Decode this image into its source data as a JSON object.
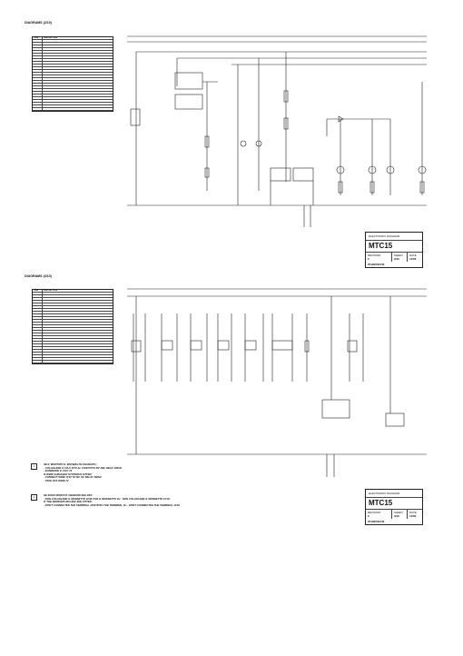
{
  "sheet1": {
    "header": "DIAGRAMS (2/10)",
    "legend_head_code": "ITEM",
    "legend_head_desc": "DESCRIPTION",
    "legend_rows": [
      "",
      "",
      "",
      "",
      "",
      "",
      "",
      "",
      "",
      "",
      "",
      "",
      "",
      "",
      "",
      "",
      "",
      "",
      "",
      "",
      "",
      "",
      "",
      "",
      "",
      ""
    ],
    "title_block": {
      "caption": "ELECTRONIC DIAGRAM",
      "model": "MTC15",
      "rev_label": "REVISION",
      "rev_value": "2",
      "doc_no": "25190500440",
      "sheet_label": "SHEET",
      "sheet_value": "2/10",
      "date_label": "DATE",
      "date_value": "11/00"
    }
  },
  "sheet2": {
    "header": "DIAGRAMS (3/10)",
    "legend_head_code": "ITEM",
    "legend_head_desc": "DESCRIPTION",
    "legend_rows": [
      "",
      "",
      "",
      "",
      "",
      "",
      "",
      "",
      "",
      "",
      "",
      "",
      "",
      "",
      "",
      "",
      "",
      "",
      "",
      "",
      "",
      "",
      "",
      "",
      "",
      ""
    ],
    "title_block": {
      "caption": "ELECTRONIC DIAGRAM",
      "model": "MTC15",
      "rev_label": "REVISION",
      "rev_value": "2",
      "doc_no": "25190500440",
      "sheet_label": "SHEET",
      "sheet_value": "3/10",
      "date_label": "DATE",
      "date_value": "11/00"
    },
    "notes": [
      {
        "marker": "1",
        "lines": [
          "SE E' MONTATO IL SISTEMA FILOGUIDATO:",
          "- COLLEGARE IL FILO 1F72 AL CONTATTO NC DEL RELE' 4MAR",
          "- ELIMINARE IL FILO 72",
          "IF WIRE GUIDANCE SYSTEM IS FITTED:",
          "- CONNECT WIRE 1F72 TO NC OF RELAY 4MAR",
          "- TAKE OFF WIRE 72"
        ]
      },
      {
        "marker": "2",
        "lines": [
          "SE SONO MONTATI I SENSORI 9SU-9SZ:",
          "- NON COLLEGARE IL MORSETTO 1F08 CON IL MORSETTO 1H - NON COLLEGARE IL MORSETTO 1F1H",
          "IF THE SENSORS 9SU-9SZ ARE FITTED:",
          "- DON'T CONNECTED THE TERMINAL 1F08 WITH THE TERMINAL 1H - DON'T CONNECTED THE TERMINAL 1F1H"
        ]
      }
    ]
  }
}
